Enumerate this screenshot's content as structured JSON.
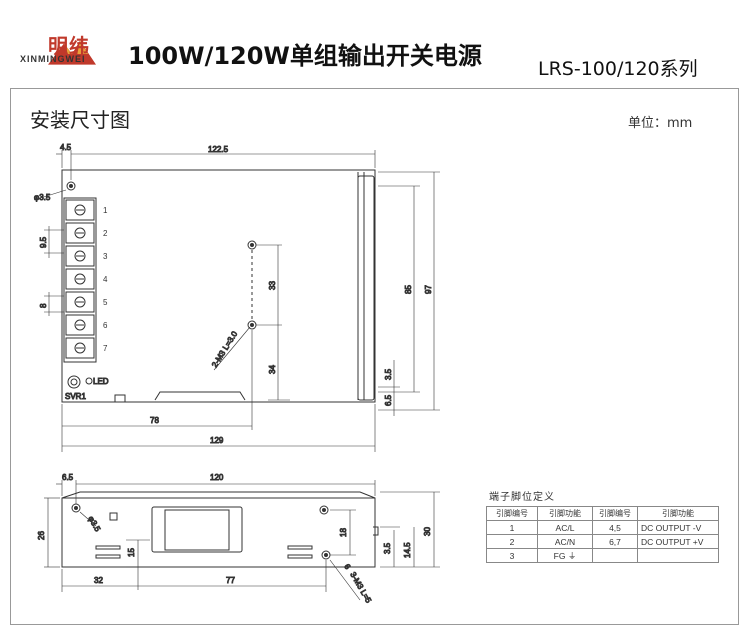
{
  "header": {
    "brand_cn": "明纬",
    "brand_en": "XINMINGWEI",
    "title": "100W/120W单组输出开关电源",
    "series": "LRS-100/120系列"
  },
  "section": {
    "title": "安装尺寸图",
    "unit": "单位：mm"
  },
  "top_view": {
    "dims": {
      "left_margin": "4.5",
      "width_top": "122.5",
      "hole_dia": "φ3.5",
      "pitch": "9.5",
      "terminal_w": "8",
      "hole_gap": "33",
      "hole_bottom": "34",
      "screw": "2-M3 L=3.0",
      "height_inner": "85",
      "height_total": "97",
      "foot": "3.5",
      "foot2": "6.5",
      "len_78": "78",
      "len_129": "129"
    },
    "terminals": [
      "1",
      "2",
      "3",
      "4",
      "5",
      "6",
      "7"
    ],
    "led_label": "LED",
    "svr_label": "SVR1"
  },
  "front_view": {
    "dims": {
      "left_margin": "6.5",
      "width": "120",
      "height": "26",
      "hole": "φ3.5",
      "slot": "15",
      "hole_h": "18",
      "side": "3.5",
      "side2": "14.5",
      "depth": "30",
      "off_6": "6",
      "screw": "3-M3 L=5",
      "len_32": "32",
      "len_77": "77"
    }
  },
  "pin_table": {
    "title": "端子脚位定义",
    "headers": [
      "引脚编号",
      "引脚功能",
      "引脚编号",
      "引脚功能"
    ],
    "rows": [
      [
        "1",
        "AC/L",
        "4,5",
        "DC OUTPUT -V"
      ],
      [
        "2",
        "AC/N",
        "6,7",
        "DC OUTPUT +V"
      ],
      [
        "3",
        "FG ⏚",
        "",
        ""
      ]
    ]
  }
}
